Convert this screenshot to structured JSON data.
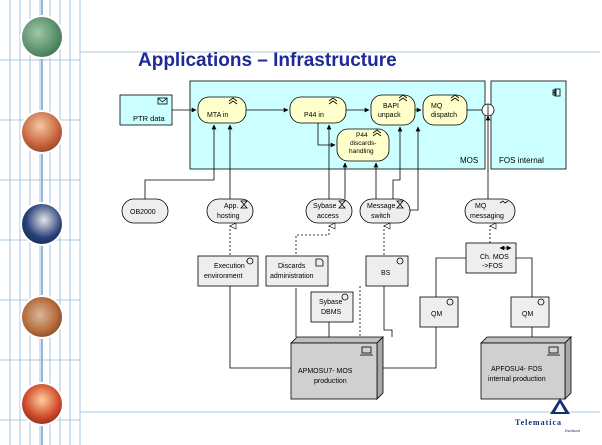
{
  "slide": {
    "title": "Applications – Infrastructure"
  },
  "colors": {
    "title": "#1f2a99",
    "mos_fill": "#ccffff",
    "process_fill": "#ffffcc",
    "service_fill": "#eeeeee",
    "node_fill": "#d0d0d0",
    "grid": "#8fb8d8"
  },
  "diagram": {
    "boxes": {
      "ptr_data": "PTR data",
      "mos": "MOS",
      "fos_internal": "FOS internal"
    },
    "processes": {
      "mta_in": "MTA in",
      "p44_in": "P44 in",
      "bapi_unpack": [
        "BAPI",
        "unpack"
      ],
      "mq_dispatch": [
        "MQ",
        "dispatch"
      ],
      "p44_discards": [
        "P44",
        "discards-",
        "handling"
      ]
    },
    "services": {
      "ob2000": "OB2000",
      "app_hosting": [
        "App.",
        "hosting"
      ],
      "sybase_access": [
        "Sybase",
        "access"
      ],
      "message_switch": [
        "Message",
        "switch"
      ],
      "mq_messaging": [
        "MQ",
        "messaging"
      ]
    },
    "components": {
      "execution_env": [
        "Execution",
        "environment"
      ],
      "discards_admin": [
        "Discards",
        "administration"
      ],
      "bs": "BS",
      "ch_mos_fos": [
        "Ch. MOS",
        "->FOS"
      ],
      "qm_left": "QM",
      "qm_right": "QM",
      "sybase_dbms": [
        "Sybase",
        "DBMS"
      ]
    },
    "nodes": {
      "apmosu7": [
        "APMOSU7- MOS",
        "production"
      ],
      "apfosu4": [
        "APFOSU4- FOS",
        "internal production"
      ]
    }
  },
  "logo": {
    "name": "Telematica",
    "sub": "Instituut"
  },
  "photos": [
    {
      "icon": "cable-photo",
      "color": "#5a8f6b"
    },
    {
      "icon": "building-photo",
      "color": "#c8643c"
    },
    {
      "icon": "satellite-dish-photo",
      "color": "#27407a"
    },
    {
      "icon": "construction-photo",
      "color": "#b56a3a"
    },
    {
      "icon": "person-jumping-photo",
      "color": "#d04a2a"
    }
  ]
}
